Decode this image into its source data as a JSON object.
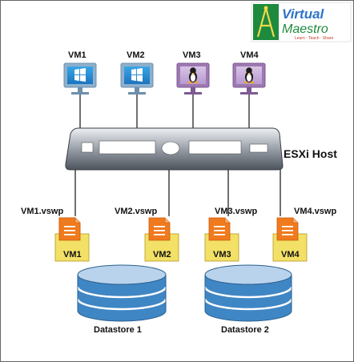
{
  "logo": {
    "line1": "Virtual",
    "line2": "Maestro",
    "tagline": "Learn · Teach · Share"
  },
  "vms": [
    {
      "label": "VM1",
      "os": "windows",
      "icon": "windows-monitor-icon"
    },
    {
      "label": "VM2",
      "os": "windows",
      "icon": "windows-monitor-icon"
    },
    {
      "label": "VM3",
      "os": "linux",
      "icon": "linux-monitor-icon"
    },
    {
      "label": "VM4",
      "os": "linux",
      "icon": "linux-monitor-icon"
    }
  ],
  "host": {
    "label": "ESXi Host",
    "icon": "server-chassis-icon"
  },
  "swap_files": [
    {
      "file": "VM1.vswp",
      "tag": "VM1",
      "icon": "swap-file-icon"
    },
    {
      "file": "VM2.vswp",
      "tag": "VM2",
      "icon": "swap-file-icon"
    },
    {
      "file": "VM3.vswp",
      "tag": "VM3",
      "icon": "swap-file-icon"
    },
    {
      "file": "VM4.vswp",
      "tag": "VM4",
      "icon": "swap-file-icon"
    }
  ],
  "datastores": [
    {
      "label": "Datastore 1",
      "icon": "database-icon"
    },
    {
      "label": "Datastore 2",
      "icon": "database-icon"
    }
  ],
  "colors": {
    "windows_frame": "#8fb0cc",
    "linux_frame": "#9d78b2",
    "file_orange": "#f07a1e",
    "tag_yellow": "#f3e067",
    "datastore_blue": "#3f86c4",
    "logo_blue": "#2e73c8",
    "logo_green": "#1e8a3a"
  }
}
